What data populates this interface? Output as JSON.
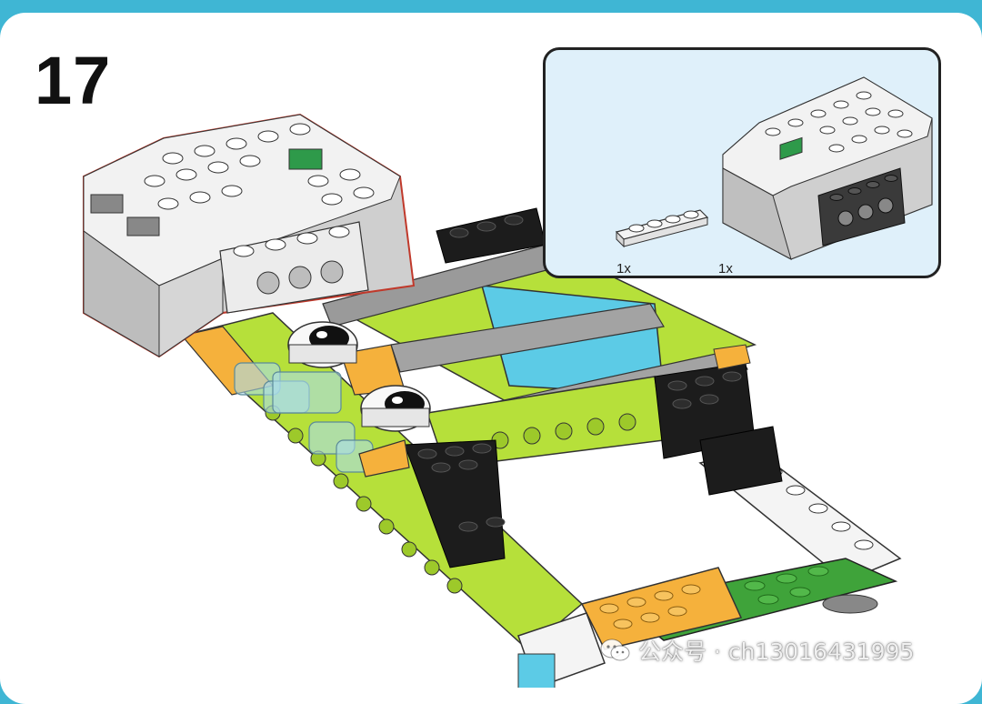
{
  "step": {
    "number": "17"
  },
  "parts": [
    {
      "name": "white-plate-1x4",
      "quantity": "1x"
    },
    {
      "name": "smart-hub",
      "quantity": "1x"
    }
  ],
  "watermark": {
    "text": "公众号 · ch13016431995",
    "icon": "wechat-icon"
  },
  "colors": {
    "background": "#3fb6d4",
    "lime": "#b6e03a",
    "orange": "#f5b13c",
    "black_brick": "#1c1c1c",
    "gray_beam": "#9a9a9a",
    "azure": "#5ccbe6",
    "green": "#3fa33a",
    "hub_white": "#f2f2f2",
    "hub_gray": "#cfcfcf",
    "hub_led": "#2e9a4a",
    "panel": "#dff0fa"
  }
}
